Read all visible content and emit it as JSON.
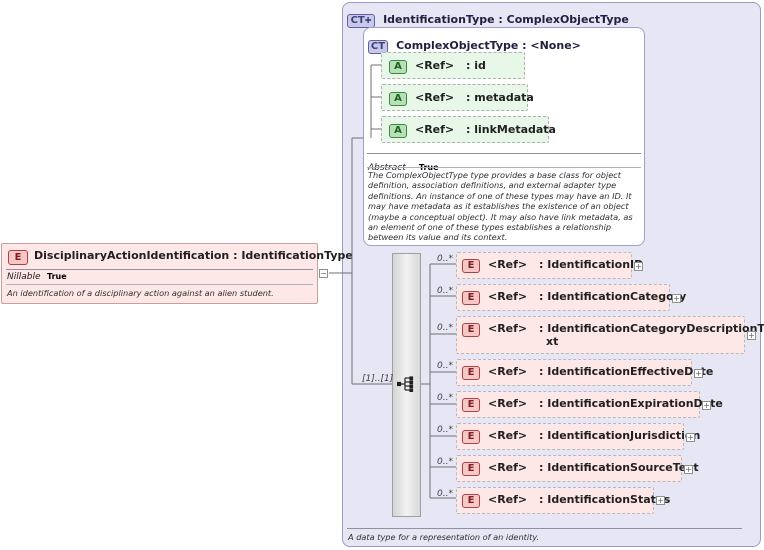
{
  "complex_type": {
    "badge": "CT",
    "title": "IdentificationType : ComplexObjectType",
    "documentation": "A data type for a representation of an identity."
  },
  "base_type": {
    "badge": "CT",
    "title": "ComplexObjectType : <None>",
    "attributes": [
      {
        "badge": "A",
        "ref": "<Ref>",
        "name": ": id"
      },
      {
        "badge": "A",
        "ref": "<Ref>",
        "name": ": metadata"
      },
      {
        "badge": "A",
        "ref": "<Ref>",
        "name": ": linkMetadata"
      }
    ],
    "abstract_label": "Abstract",
    "abstract_value": "True",
    "documentation": "The ComplexObjectType type provides a base class for object definition, association definitions, and external adapter type definitions. An instance of one of these types may have an ID. It may have metadata as it establishes the existence of an object (maybe a conceptual object). It may also have link metadata, as an element of one of these types establishes a relationship between its value and its context."
  },
  "root_element": {
    "badge": "E",
    "title": "DisciplinaryActionIdentification : IdentificationType",
    "nillable_label": "Nillable",
    "nillable_value": "True",
    "documentation": "An identification of a disciplinary action against an alien student.",
    "collapse": "−"
  },
  "sequence": {
    "occurrence": "[1]..[1]"
  },
  "elements": [
    {
      "occurrence": "0..*",
      "badge": "E",
      "ref": "<Ref>",
      "name": ": IdentificationID",
      "expand": "+"
    },
    {
      "occurrence": "0..*",
      "badge": "E",
      "ref": "<Ref>",
      "name": ": IdentificationCategory",
      "expand": "+"
    },
    {
      "occurrence": "0..*",
      "badge": "E",
      "ref": "<Ref>",
      "name": ": IdentificationCategoryDescriptionTe",
      "name2": "xt",
      "expand": "+"
    },
    {
      "occurrence": "0..*",
      "badge": "E",
      "ref": "<Ref>",
      "name": ": IdentificationEffectiveDate",
      "expand": "+"
    },
    {
      "occurrence": "0..*",
      "badge": "E",
      "ref": "<Ref>",
      "name": ": IdentificationExpirationDate",
      "expand": "+"
    },
    {
      "occurrence": "0..*",
      "badge": "E",
      "ref": "<Ref>",
      "name": ": IdentificationJurisdiction",
      "expand": "+"
    },
    {
      "occurrence": "0..*",
      "badge": "E",
      "ref": "<Ref>",
      "name": ": IdentificationSourceText",
      "expand": "+"
    },
    {
      "occurrence": "0..*",
      "badge": "E",
      "ref": "<Ref>",
      "name": ": IdentificationStatus",
      "expand": "+"
    }
  ]
}
